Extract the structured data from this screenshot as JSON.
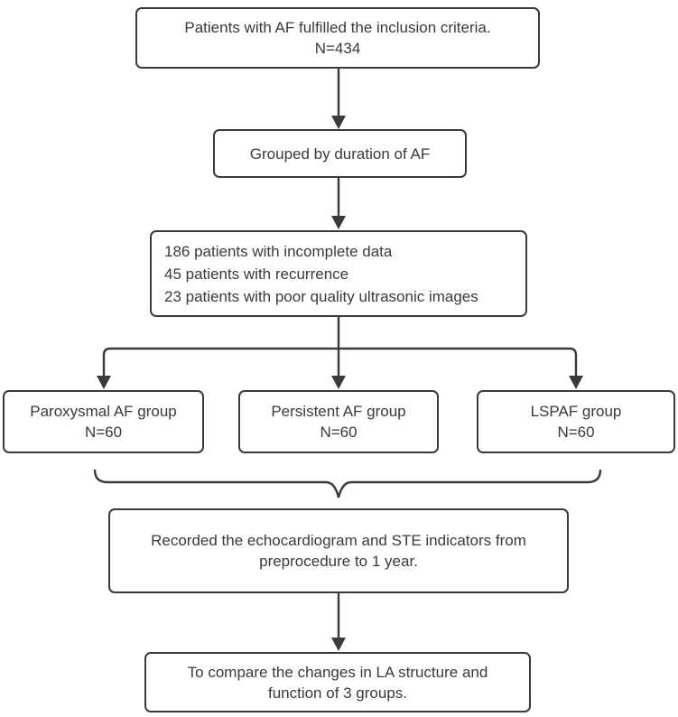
{
  "flowchart": {
    "boxes": {
      "inclusion": {
        "lines": [
          "Patients with AF fulfilled the inclusion criteria.",
          "N=434"
        ]
      },
      "grouping": {
        "lines": [
          "Grouped by duration of AF"
        ]
      },
      "exclusions": {
        "lines": [
          "186 patients with incomplete data",
          "45 patients with recurrence",
          "23 patients with poor quality ultrasonic images"
        ]
      },
      "paroxysmal": {
        "lines": [
          "Paroxysmal AF group",
          "N=60"
        ]
      },
      "persistent": {
        "lines": [
          "Persistent AF group",
          "N=60"
        ]
      },
      "lspaf": {
        "lines": [
          "LSPAF group",
          "N=60"
        ]
      },
      "recorded": {
        "lines": [
          "Recorded the echocardiogram and STE indicators from",
          "preprocedure to 1 year."
        ]
      },
      "compare": {
        "lines": [
          "To compare the changes in LA structure and",
          "function of 3 groups."
        ]
      }
    },
    "colors": {
      "line": "#3a3a3c",
      "text": "#3a3a3c",
      "background": "#ffffff"
    }
  }
}
